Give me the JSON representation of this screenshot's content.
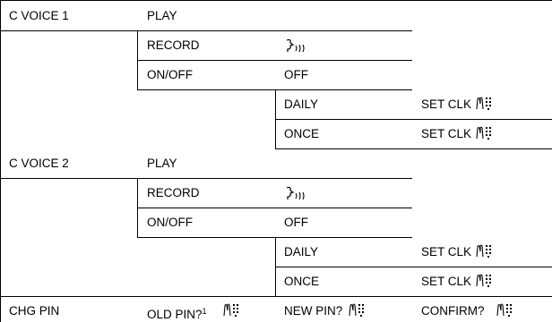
{
  "menu": {
    "cvoice1": {
      "label": "C VOICE 1",
      "play": "PLAY",
      "record": "RECORD",
      "record_icon": "speak-icon",
      "onoff": "ON/OFF",
      "off": "OFF",
      "daily": "DAILY",
      "daily_action": "SET CLK",
      "once": "ONCE",
      "once_action": "SET CLK"
    },
    "cvoice2": {
      "label": "C VOICE 2",
      "play": "PLAY",
      "record": "RECORD",
      "record_icon": "speak-icon",
      "onoff": "ON/OFF",
      "off": "OFF",
      "daily": "DAILY",
      "daily_action": "SET CLK",
      "once": "ONCE",
      "once_action": "SET CLK"
    },
    "chgpin": {
      "label": "CHG PIN",
      "old_pin": "OLD PIN?",
      "footnote": "1",
      "new_pin": "NEW PIN?",
      "confirm": "CONFIRM?"
    }
  },
  "icons": {
    "keypad": "keypad-input-icon",
    "speak": "speak-icon"
  }
}
